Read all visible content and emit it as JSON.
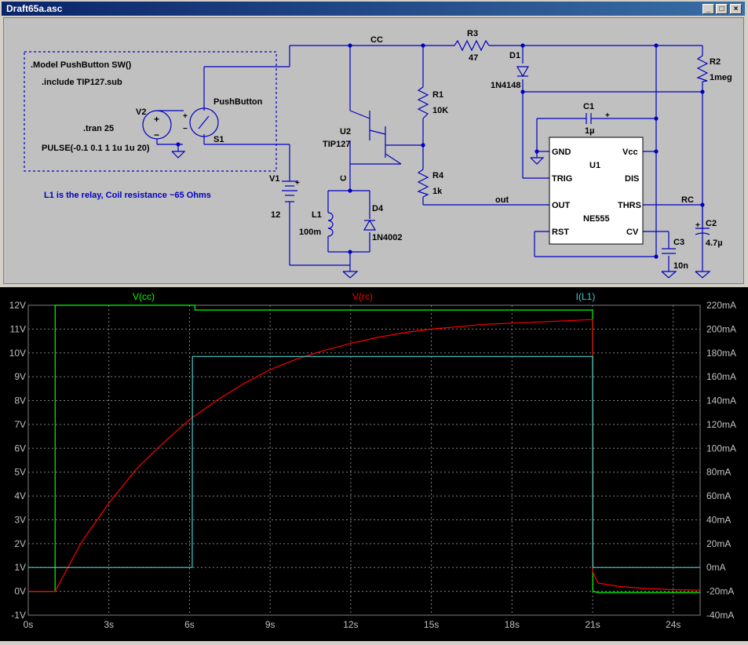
{
  "window": {
    "title": "Draft65a.asc",
    "min_label": "_",
    "max_label": "□",
    "close_label": "×"
  },
  "schematic": {
    "directives": {
      "model": ".Model PushButton SW()",
      "include": ".include TIP127.sub",
      "tran": ".tran 25",
      "pulse": "PULSE(-0.1 0.1 1 1u 1u 20)"
    },
    "comment": "L1 is the relay, Coil resistance ~65 Ohms",
    "labels": {
      "v2": "V2",
      "pushbutton": "PushButton",
      "s1": "S1",
      "cc": "CC",
      "r3": "R3",
      "r3_val": "47",
      "d1": "D1",
      "d1_val": "1N4148",
      "r2": "R2",
      "r2_val": "1meg",
      "r1": "R1",
      "r1_val": "10K",
      "u2": "U2",
      "u2_val": "TIP127",
      "c1": "C1",
      "c1_val": "1µ",
      "gnd": "GND",
      "vcc": "Vcc",
      "u1": "U1",
      "trig": "TRIG",
      "dis": "DIS",
      "out_pin": "OUT",
      "thrs": "THRS",
      "ne555": "NE555",
      "rst": "RST",
      "cv": "CV",
      "r4": "R4",
      "r4_val": "1k",
      "out_net": "out",
      "rc_net": "RC",
      "v1": "V1",
      "v1_val": "12",
      "c_net": "C",
      "l1": "L1",
      "l1_val": "100m",
      "d4": "D4",
      "d4_val": "1N4002",
      "c3": "C3",
      "c3_val": "10n",
      "c2": "C2",
      "c2_val": "4.7µ",
      "plus": "+",
      "minus": "−"
    }
  },
  "chart_data": {
    "type": "line",
    "x_unit": "s",
    "xlim": [
      0,
      25
    ],
    "x_ticks": [
      "0s",
      "3s",
      "6s",
      "9s",
      "12s",
      "15s",
      "18s",
      "21s",
      "24s"
    ],
    "y_left_ticks": [
      "12V",
      "11V",
      "10V",
      "9V",
      "8V",
      "7V",
      "6V",
      "5V",
      "4V",
      "3V",
      "2V",
      "1V",
      "0V",
      "-1V"
    ],
    "y_right_ticks": [
      "220mA",
      "200mA",
      "180mA",
      "160mA",
      "140mA",
      "120mA",
      "100mA",
      "80mA",
      "60mA",
      "40mA",
      "20mA",
      "0mA",
      "-20mA",
      "-40mA"
    ],
    "ylim_left": [
      -1,
      12
    ],
    "ylim_right": [
      -40,
      220
    ],
    "grid": true,
    "series": [
      {
        "name": "V(cc)",
        "axis": "left",
        "color": "#00ff00",
        "x": [
          0,
          1,
          1.001,
          6.2,
          6.21,
          21,
          21.01,
          21.2,
          25
        ],
        "y": [
          0,
          0,
          12,
          12,
          11.8,
          11.8,
          0,
          -0.05,
          -0.05
        ]
      },
      {
        "name": "V(rc)",
        "axis": "left",
        "color": "#ff0000",
        "x": [
          0,
          1,
          2,
          3,
          4,
          5,
          6,
          7,
          8,
          9,
          10,
          11,
          12,
          13,
          14,
          15,
          16,
          17,
          18,
          19,
          20,
          21,
          21.01,
          21.2,
          22,
          23,
          24,
          25
        ],
        "y": [
          0,
          0,
          2.1,
          3.7,
          5.1,
          6.2,
          7.2,
          8.0,
          8.7,
          9.3,
          9.75,
          10.1,
          10.4,
          10.65,
          10.85,
          11.0,
          11.1,
          11.2,
          11.25,
          11.3,
          11.35,
          11.4,
          0.8,
          0.35,
          0.2,
          0.12,
          0.07,
          0.05
        ]
      },
      {
        "name": "I(L1)",
        "axis": "right",
        "color": "#44cccc",
        "x": [
          0,
          6.1,
          6.11,
          21,
          21.01,
          25
        ],
        "y": [
          0,
          0,
          177,
          177,
          0,
          0
        ]
      }
    ]
  }
}
